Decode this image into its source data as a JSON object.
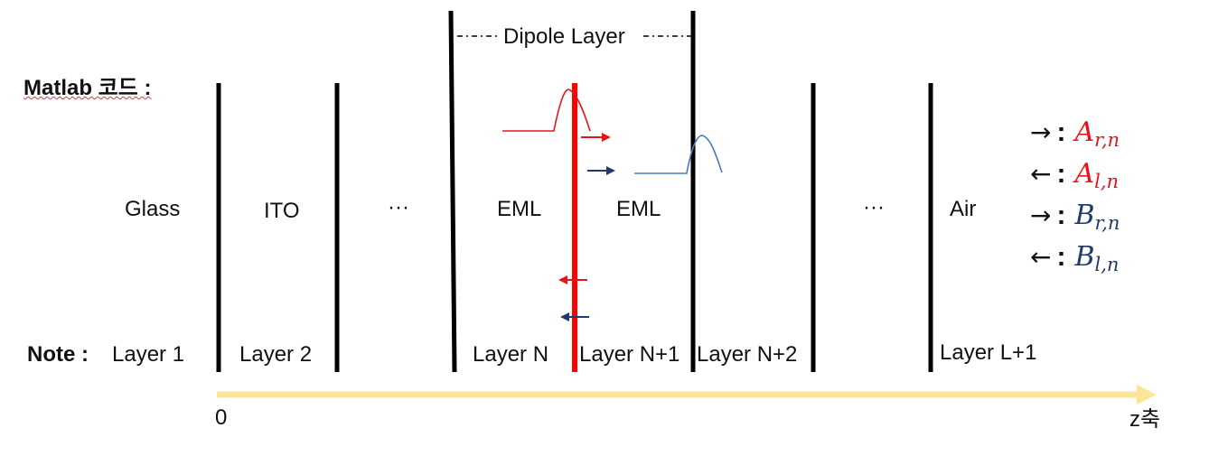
{
  "title": "Matlab 코드 :",
  "note_label": "Note :",
  "dipole_layer_label": "Dipole Layer",
  "layer_materials": [
    "Glass",
    "ITO",
    "···",
    "EML",
    "EML",
    "···",
    "Air"
  ],
  "layer_numbers": [
    "Layer 1",
    "Layer 2",
    "Layer N",
    "Layer N+1",
    "Layer N+2",
    "Layer L+1"
  ],
  "axis": {
    "origin_label": "0",
    "axis_label": "z축"
  },
  "legend": [
    {
      "arrow": "→",
      "symbol": "A",
      "subscript": "r,n",
      "color": "#e8141b"
    },
    {
      "arrow": "←",
      "symbol": "A",
      "subscript": "l,n",
      "color": "#e8141b"
    },
    {
      "arrow": "→",
      "symbol": "B",
      "subscript": "r,n",
      "color": "#1f3a6e"
    },
    {
      "arrow": "←",
      "symbol": "B",
      "subscript": "l,n",
      "color": "#1f3a6e"
    }
  ],
  "colors": {
    "dipole_line": "#ff0000",
    "forward_wave": "#e8141b",
    "backward_wave": "#1f3a6e",
    "blue_curve": "#4a7ab8",
    "axis_arrow": "#fce49a",
    "boundary": "#000000"
  }
}
